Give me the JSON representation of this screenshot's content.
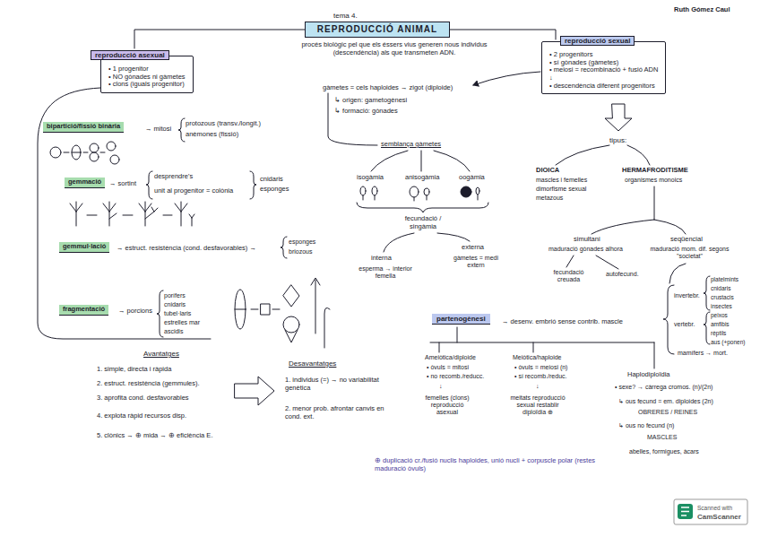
{
  "diagram": {
    "title": "REPRODUCCIÓ ANIMAL",
    "nodes": [
      {
        "text": [
          "reproducció asexual",
          "• 1 progenitor",
          "• NO gònades ni gàmetes",
          "• clons (iguals progenitor)"
        ]
      },
      {
        "text": [
          "reproducció sexual",
          "• 2 progenitors",
          "• sí gònades (gàmetes)",
          "• meiosi = recombinació + fusió ADN",
          "↓",
          "• descendència diferent progenitors"
        ]
      },
      {
        "text": [
          "bipartició/fissió binària"
        ]
      },
      {
        "text": [
          "gemmació"
        ]
      },
      {
        "text": [
          "gemmul·lació"
        ]
      },
      {
        "text": [
          "fragmentació"
        ]
      },
      {
        "text": [
          "partenogènesi"
        ]
      }
    ],
    "labels": [
      "tema 4.",
      "Ruth Gómez Caul",
      "procés biològic pel que els éssers vius generen nous individus (descendència) als que transmeten ADN.",
      "gàmetes = cels haploides → zigot (diploide)",
      "↳ origen: gametogènesi",
      "↳ formació: gònades",
      "semblança gàmetes",
      "isogàmia",
      "anisogàmia",
      "oogàmia",
      "fecundació / singàmia",
      "interna",
      "esperma → interior femella",
      "externa",
      "gàmetes = medi extern",
      "tipus:",
      "DIOICA",
      "mascles i femelles",
      "dimorfisme sexual",
      "metazous",
      "HERMAFRODITISME",
      "organismes monoics",
      "simultani",
      "maduració gònades alhora",
      "fecundació creuada",
      "autofecund.",
      "seqüencial",
      "maduració mom. dif. segons \"societat\"",
      "invertebr.",
      "platelmints",
      "cnidaris",
      "crustacis",
      "insectes",
      "vertebr.",
      "peixos",
      "amfibis",
      "rèptils",
      "aus (+ponen)",
      "mamífers → mort.",
      "→ mitosi",
      "protozous (transv./longit.)",
      "anèmones (fissió)",
      "→ sortint",
      "desprendre's",
      "unit al progenitor = colònia",
      "cnidaris",
      "esponges",
      "→ estruct. resistència (cond. desfavorables) →",
      "esponges",
      "briozous",
      "→ porcions",
      "porífers",
      "cnidaris",
      "tubel·laris",
      "estrelles mar",
      "ascidis",
      "Avantatges",
      "1. simple, directa i ràpida",
      "2. estruct. resistència (gemmules).",
      "3. aprofita cond. desfavorables",
      "4. explota ràpid recursos disp.",
      "5. clònics → ⊕ mida → ⊕ eficiència E.",
      "Desavantatges",
      "1. individus (=) → no variabilitat genètica",
      "2. menor prob. afrontar canvis en cond. ext.",
      "→ desenv. embrió sense contrib. mascle",
      "Ameiòtica/diploide",
      "• òvuls = mitosi",
      "• no recomb./reducc.",
      "↓",
      "femelles (clons) reproducció asexual",
      "Meiòtica/haploide",
      "• òvuls = meiosi (n)",
      "• sí recomb./reduc.",
      "↓",
      "meitats reproducció sexual restablir diploïdia ⊕",
      "Haplodiploïdia",
      "• sexe? → càrrega cromos. (n)/(2n)",
      "↳ ous fecund = em. diploides (2n)",
      "OBRERES / REINES",
      "↳ ous no fecund (n)",
      "MASCLES",
      "abelles, formigues, àcars",
      "⊕ duplicació cr./fusió nuclis haploides, unió nucli + corpuscle polar (restes maduració òvuls)",
      "Scanned with",
      "CamScanner"
    ]
  }
}
